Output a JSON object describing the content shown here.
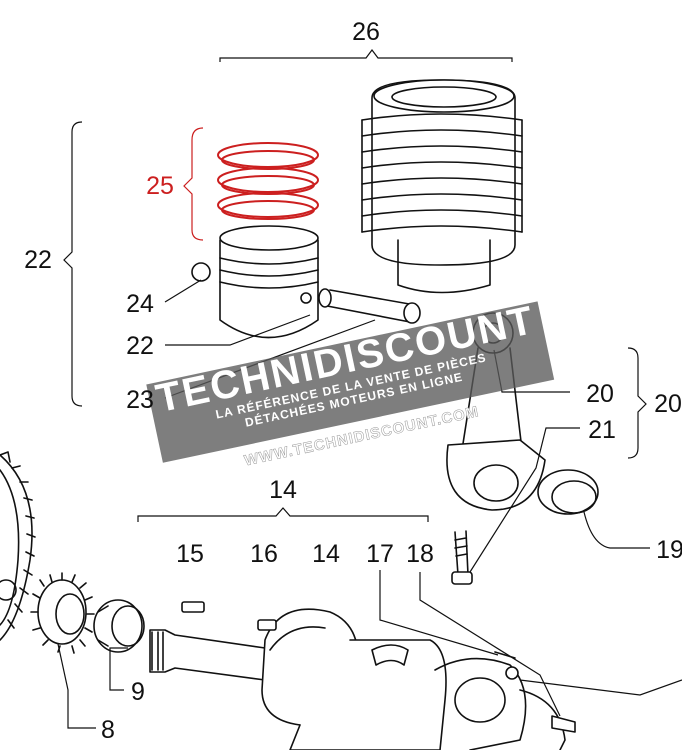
{
  "labels": {
    "l26": "26",
    "l25": "25",
    "l22a": "22",
    "l24": "24",
    "l22b": "22",
    "l23": "23",
    "l20a": "20",
    "l20b": "20",
    "l21": "21",
    "l14a": "14",
    "l15": "15",
    "l16": "16",
    "l14b": "14",
    "l17": "17",
    "l18": "18",
    "l19": "19",
    "l9": "9",
    "l8": "8"
  },
  "watermark": {
    "brand": "TECHNIDISCOUNT",
    "tagline_1": "LA RÉFÉRENCE DE LA VENTE DE PIÈCES",
    "tagline_2": "DÉTACHÉES MOTEURS EN LIGNE",
    "url": "WWW.TECHNIDISCOUNT.COM"
  },
  "colors": {
    "ink": "#111111",
    "highlight": "#cc1f1f",
    "watermark_band": "#5a5a5a"
  }
}
